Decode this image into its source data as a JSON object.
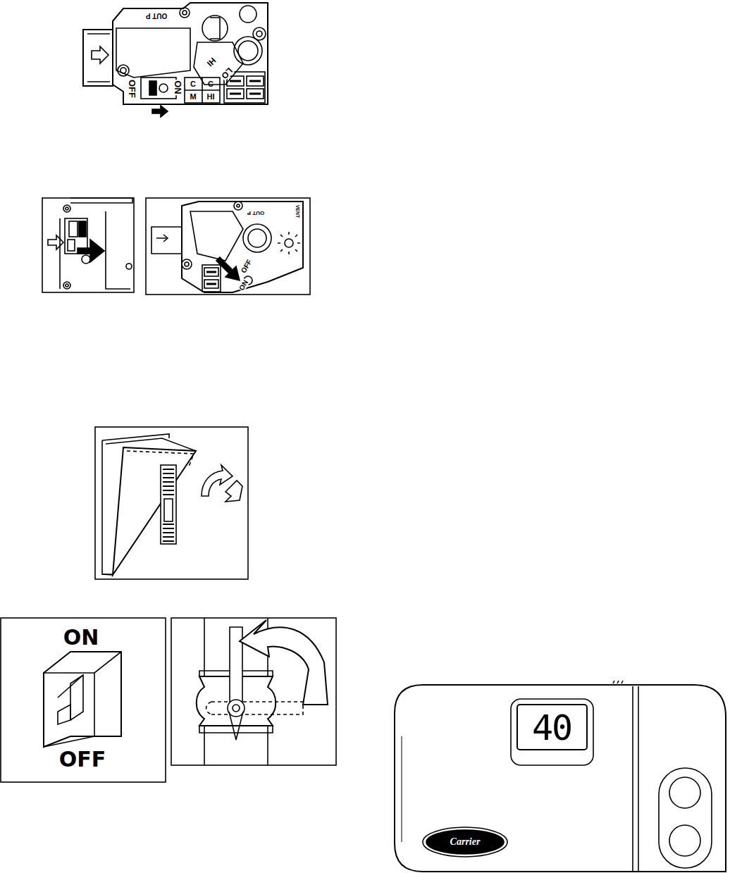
{
  "diagram": {
    "labels": [
      "OUT P",
      "HI",
      "LO",
      "OFF",
      "ON",
      "C",
      "C",
      "M",
      "HI",
      "OUT P",
      "VENT",
      "OFF",
      "ON",
      "ON",
      "OFF",
      "40",
      "Carrier"
    ]
  }
}
